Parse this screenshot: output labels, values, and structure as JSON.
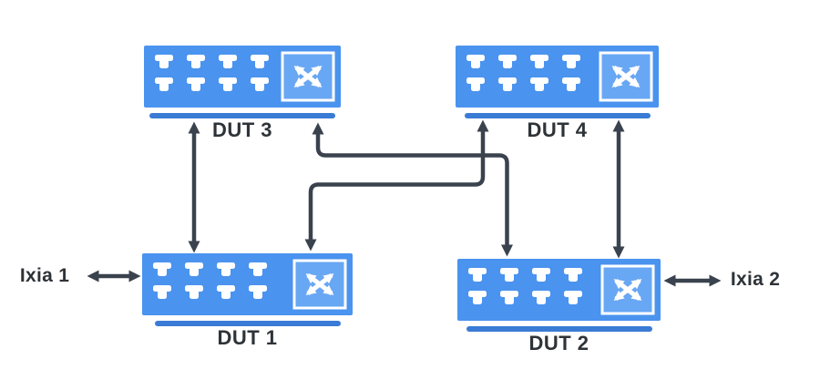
{
  "diagram": {
    "devices": [
      {
        "id": "dut3",
        "label": "DUT 3"
      },
      {
        "id": "dut4",
        "label": "DUT 4"
      },
      {
        "id": "dut1",
        "label": "DUT 1"
      },
      {
        "id": "dut2",
        "label": "DUT 2"
      }
    ],
    "endpoints": [
      {
        "id": "ixia1",
        "label": "Ixia 1"
      },
      {
        "id": "ixia2",
        "label": "Ixia 2"
      }
    ],
    "connections": [
      {
        "from": "DUT 3",
        "to": "DUT 1",
        "type": "bidirectional-arrow"
      },
      {
        "from": "DUT 4",
        "to": "DUT 2",
        "type": "bidirectional-arrow"
      },
      {
        "from": "DUT 3",
        "to": "DUT 2",
        "type": "bidirectional-arrow"
      },
      {
        "from": "DUT 4",
        "to": "DUT 1",
        "type": "bidirectional-arrow"
      },
      {
        "from": "Ixia 1",
        "to": "DUT 1",
        "type": "bidirectional-arrow"
      },
      {
        "from": "Ixia 2",
        "to": "DUT 2",
        "type": "bidirectional-arrow"
      }
    ],
    "icons": {
      "crossbar": "crossbar-switch-icon",
      "port": "ethernet-port-icon"
    },
    "ports_per_device": 8
  },
  "colors": {
    "chassis": "#4a93ef",
    "iconfill": "#68a7f3",
    "underline": "#3a7bd5",
    "line": "#3a424e",
    "text": "#2e3338"
  }
}
